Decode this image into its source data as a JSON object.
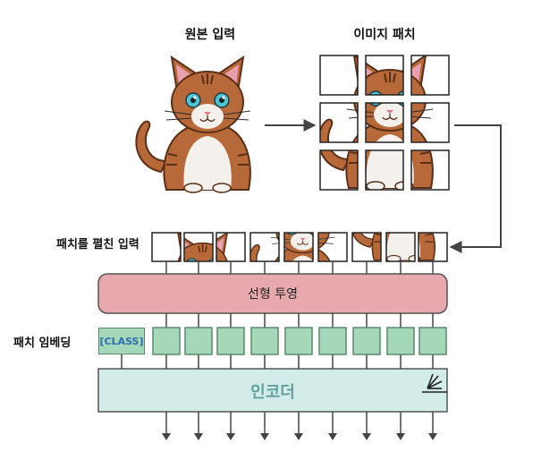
{
  "labels": {
    "original_input": "원본 입력",
    "image_patches": "이미지 패치",
    "flattened_patches_input": "패치를 펼친 입력",
    "patch_embedding": "패치 임베딩",
    "linear_projection": "선형 투영",
    "class_token": "[CLASS]",
    "encoder": "인코더"
  },
  "colors": {
    "projection_fill": "#e7a9ad",
    "projection_stroke": "#555555",
    "embedding_fill": "#a5d8b9",
    "embedding_stroke": "#5a8a6c",
    "class_text": "#2b6cb0",
    "encoder_fill": "#d3ecea",
    "encoder_text": "#5fa19c",
    "cat_orange": "#b8693a",
    "cat_dark": "#5a2f18",
    "cat_white": "#f4f1ec",
    "cat_eye": "#4ec3d4"
  },
  "icons": [
    "cat-image",
    "arrow-right-icon",
    "elbow-arrow-icon",
    "attention-icon",
    "arrow-down-icon"
  ]
}
